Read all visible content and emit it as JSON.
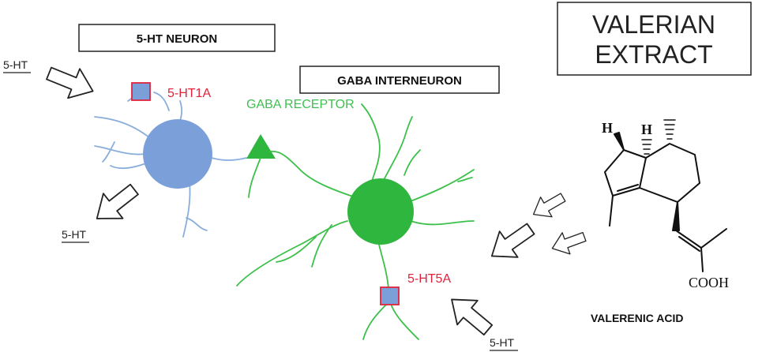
{
  "labels": {
    "serotonin_neuron": "5-HT NEURON",
    "gaba_interneuron": "GABA INTERNEURON",
    "valerian_line1": "VALERIAN",
    "valerian_line2": "EXTRACT",
    "receptor_5ht1a": "5-HT1A",
    "receptor_5ht5a": "5-HT5A",
    "gaba_receptor": "GABA RECEPTOR",
    "ht_in_top": "5-HT",
    "ht_out_left": "5-HT",
    "ht_in_bottom": "5-HT",
    "valerenic_acid": "VALERENIC ACID",
    "cooh": "COOH",
    "h_atom": "H"
  },
  "colors": {
    "serotonin_neuron": "#7b9fd9",
    "serotonin_dendrite": "#8aaedc",
    "gaba_neuron": "#2fb63f",
    "gaba_dendrite": "#3cc04a",
    "receptor_fill": "#7b9fd9",
    "receptor_border": "#e0233a",
    "receptor_label": "#e0233a",
    "gaba_receptor": "#2fb63f"
  },
  "icons": {
    "arrow": "hollow-block-arrow-icon",
    "receptor": "square-receptor-icon",
    "gaba_receptor": "triangle-receptor-icon"
  }
}
